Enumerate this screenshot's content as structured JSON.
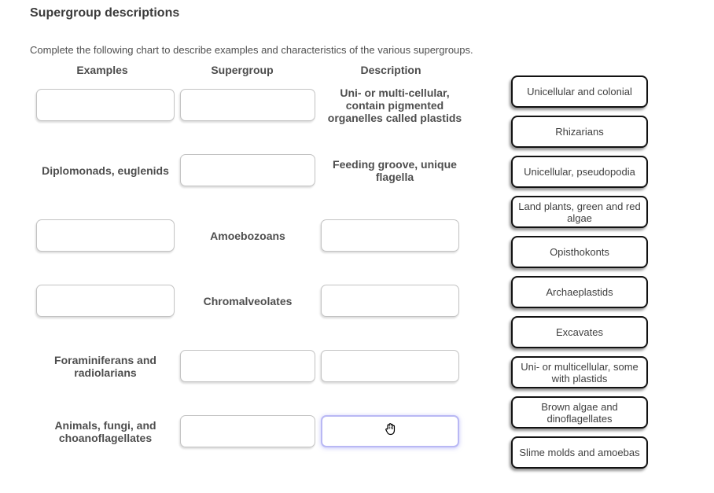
{
  "page": {
    "title": "Supergroup descriptions",
    "instructions": "Complete the following chart to describe examples and characteristics of the various supergroups."
  },
  "table": {
    "headers": {
      "examples": "Examples",
      "supergroup": "Supergroup",
      "description": "Description"
    },
    "rows": [
      {
        "examples": "",
        "supergroup": "",
        "description_lines": [
          "Uni- or multi-cellular,",
          "contain pigmented",
          "organelles called plastids"
        ]
      },
      {
        "examples": "Diplomonads, euglenids",
        "supergroup": "",
        "description_lines": [
          "Feeding groove, unique",
          "flagella"
        ]
      },
      {
        "examples": "",
        "supergroup": "Amoebozoans",
        "description": ""
      },
      {
        "examples": "",
        "supergroup": "Chromalveolates",
        "description": ""
      },
      {
        "examples_lines": [
          "Foraminiferans and",
          "radiolarians"
        ],
        "supergroup": "",
        "description": ""
      },
      {
        "examples_lines": [
          "Animals, fungi, and",
          "choanoflagellates"
        ],
        "supergroup": "",
        "description": ""
      }
    ]
  },
  "answer_bank": {
    "tiles": [
      "Unicellular and colonial",
      "Rhizarians",
      "Unicellular, pseudopodia",
      "Land plants, green and red algae",
      "Opisthokonts",
      "Archaeplastids",
      "Excavates",
      "Uni- or multicellular, some with plastids",
      "Brown algae and dinoflagellates",
      "Slime molds and amoebas"
    ]
  },
  "colors": {
    "highlight_border": "#b9b8f4",
    "box_border": "#c3c3c3",
    "tile_border": "#121212",
    "text_dark": "#4a4a4a"
  }
}
